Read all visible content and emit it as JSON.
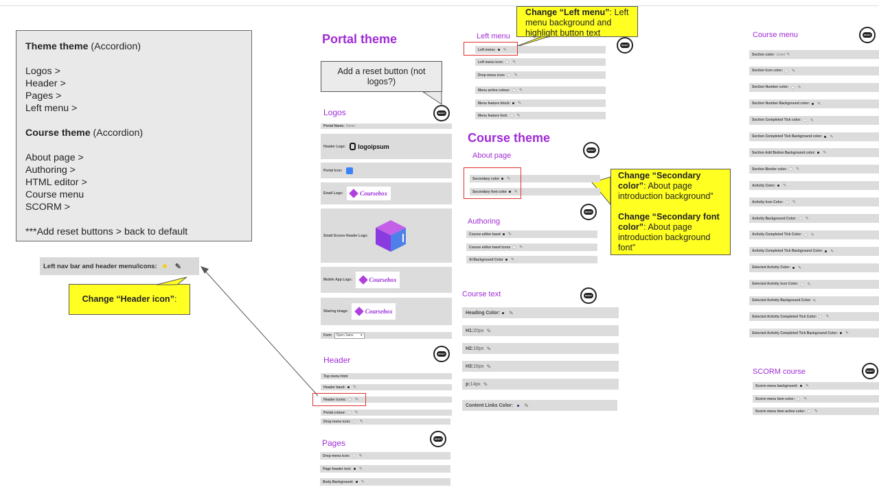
{
  "notes": {
    "lines": [
      {
        "bold": "Theme theme",
        "rest": " (Accordion)"
      },
      {
        "bold": "",
        "rest": ""
      },
      {
        "bold": "",
        "rest": "Logos >"
      },
      {
        "bold": "",
        "rest": "Header >"
      },
      {
        "bold": "",
        "rest": "Pages >"
      },
      {
        "bold": "",
        "rest": "Left menu >"
      },
      {
        "bold": "",
        "rest": ""
      },
      {
        "bold": "Course theme",
        "rest": " (Accordion)"
      },
      {
        "bold": "",
        "rest": ""
      },
      {
        "bold": "",
        "rest": "About page >"
      },
      {
        "bold": "",
        "rest": "Authoring >"
      },
      {
        "bold": "",
        "rest": "HTML editor >"
      },
      {
        "bold": "",
        "rest": "Course menu"
      },
      {
        "bold": "",
        "rest": "SCORM >"
      },
      {
        "bold": "",
        "rest": ""
      },
      {
        "bold": "",
        "rest": "***Add reset buttons > back to default"
      }
    ]
  },
  "left_nav_bar": {
    "label": "Left nav bar and header menu/icons:"
  },
  "callouts": {
    "header_icon": {
      "bold": "Change “Header icon”",
      "rest": ":"
    },
    "left_menu": {
      "bold": "Change “Left menu”",
      "rest": ": Left menu background and highlight button text"
    },
    "secondary_color": {
      "bold": "Change “Secondary color”",
      "rest": ": About page introduction background”"
    },
    "secondary_font": {
      "bold": "Change “Secondary font color”",
      "rest": ": About page introduction background font”"
    },
    "reset_note": "Add a reset button (not logos?)"
  },
  "reset_label": "RESET",
  "portal": {
    "title": "Portal theme",
    "logos": {
      "heading": "Logos",
      "portal_name": {
        "label": "Portal Name:",
        "value": "Demo"
      },
      "header_logo": {
        "label": "Header Logo:",
        "logo_text": "logoipsum"
      },
      "portal_icon": {
        "label": "Portal Icon:"
      },
      "email_logo": {
        "label": "Email Logo:",
        "logo_text": "Coursebox"
      },
      "small_screen_logo": {
        "label": "Small Screen Header Logo:"
      },
      "mobile_app_logo": {
        "label": "Mobile App Logo:",
        "logo_text": "Coursebox"
      },
      "sharing_image": {
        "label": "Sharing Image:",
        "logo_text": "Coursebox"
      },
      "font": {
        "label": "Font:",
        "value": "Open Sans"
      }
    },
    "header": {
      "heading": "Header",
      "rows": [
        "Top menu html",
        "Header band:",
        "Header icons:",
        "Portal colour:",
        "Drop menu icon:"
      ]
    },
    "pages": {
      "heading": "Pages",
      "rows": [
        "Drop menu icon:",
        "Page header text:",
        "Body Background:"
      ]
    }
  },
  "left_menu": {
    "heading": "Left menu",
    "rows": [
      "Left menu:",
      "Left menu icon:",
      "Drop menu icon:",
      "Menu active colour:",
      "Menu feature block:",
      "Menu feature font:"
    ]
  },
  "course_theme": {
    "title": "Course theme",
    "about": {
      "heading": "About page",
      "rows": [
        "Secondary color",
        "Secondary font color"
      ]
    },
    "authoring": {
      "heading": "Authoring",
      "rows": [
        "Course editor band",
        "Course editor band icons",
        "AI Background Color"
      ]
    },
    "course_text": {
      "heading": "Course text",
      "rows": [
        {
          "label": "Heading Color:",
          "value": ""
        },
        {
          "label": "H1:",
          "value": "20px"
        },
        {
          "label": "H2:",
          "value": "18px"
        },
        {
          "label": "H3:",
          "value": "16px"
        },
        {
          "label": "p:",
          "value": "14px"
        },
        {
          "label": "Content Links Color:",
          "value": ""
        }
      ]
    }
  },
  "course_menu": {
    "heading": "Course menu",
    "rows": [
      {
        "label": "Section color:",
        "value": "Unset"
      },
      {
        "label": "Section Icon color:",
        "value": ""
      },
      {
        "label": "Section Number color:",
        "value": ""
      },
      {
        "label": "Section Number Background color:",
        "value": ""
      },
      {
        "label": "Section Completed Tick color:",
        "value": ""
      },
      {
        "label": "Section Completed Tick Background color:",
        "value": ""
      },
      {
        "label": "Section Add Button Background color:",
        "value": ""
      },
      {
        "label": "Section Border color:",
        "value": ""
      },
      {
        "label": "Activity Color:",
        "value": ""
      },
      {
        "label": "Activity Icon Color:",
        "value": ""
      },
      {
        "label": "Activity Background Color:",
        "value": ""
      },
      {
        "label": "Activity Completed Tick Color:",
        "value": ""
      },
      {
        "label": "Activity Completed Tick Background Color:",
        "value": ""
      },
      {
        "label": "Selected Activity Color:",
        "value": ""
      },
      {
        "label": "Selected Activity Icon Color:",
        "value": ""
      },
      {
        "label": "Selected Activity Background Color:",
        "value": ""
      },
      {
        "label": "Selected Activity Completed Tick Color:",
        "value": ""
      },
      {
        "label": "Selected Activity Completed Tick Background Color:",
        "value": ""
      }
    ]
  },
  "scorm": {
    "heading": "SCORM course",
    "rows": [
      "Scorm menu background:",
      "Scorm menu item color:",
      "Scorm menu item active color:"
    ]
  },
  "colors": {
    "accent": "#a02ad6",
    "callout": "#ffff22",
    "highlight": "#e03030"
  }
}
